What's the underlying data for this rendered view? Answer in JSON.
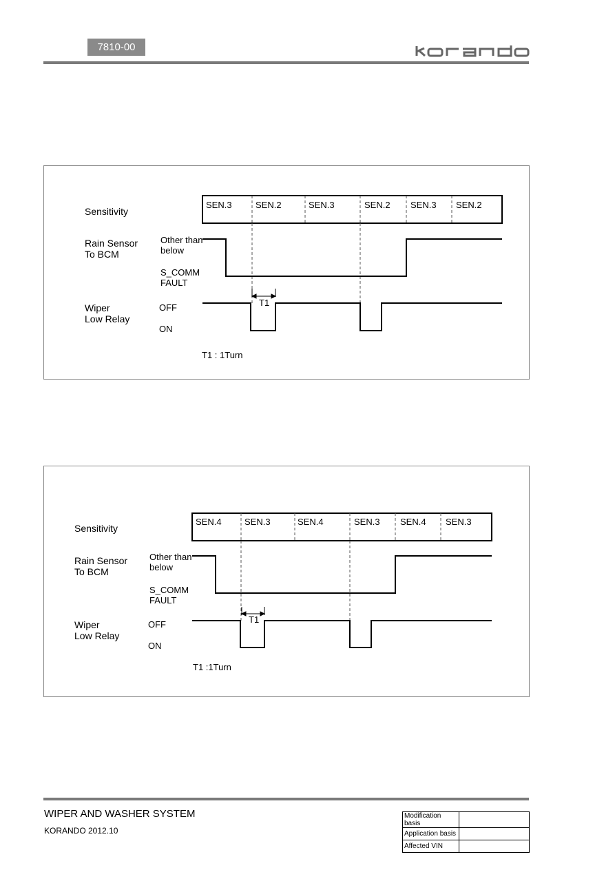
{
  "header": {
    "section_code": "7810-00",
    "brand_logo": "korando"
  },
  "diagram1": {
    "row_labels": {
      "sensitivity": "Sensitivity",
      "rain_sensor": "Rain Sensor\nTo BCM",
      "wiper": "Wiper\nLow Relay"
    },
    "signal_levels": {
      "other": "Other than\nbelow",
      "fault": "S_COMM\nFAULT",
      "off": "OFF",
      "on": "ON"
    },
    "sensitivity_cells": [
      "SEN.3",
      "SEN.2",
      "SEN.3",
      "SEN.2",
      "SEN.3",
      "SEN.2"
    ],
    "t1_marker": "T1",
    "note": "T1 : 1Turn"
  },
  "diagram2": {
    "row_labels": {
      "sensitivity": "Sensitivity",
      "rain_sensor": "Rain Sensor\nTo BCM",
      "wiper": "Wiper\nLow Relay"
    },
    "signal_levels": {
      "other": "Other than\nbelow",
      "fault": "S_COMM\nFAULT",
      "off": "OFF",
      "on": "ON"
    },
    "sensitivity_cells": [
      "SEN.4",
      "SEN.3",
      "SEN.4",
      "SEN.3",
      "SEN.4",
      "SEN.3"
    ],
    "t1_marker": "T1",
    "note": "T1 :1Turn"
  },
  "footer": {
    "title": "WIPER AND WASHER SYSTEM",
    "subtitle": "KORANDO 2012.10",
    "basis_table": [
      {
        "label": "Modification basis",
        "value": ""
      },
      {
        "label": "Application basis",
        "value": ""
      },
      {
        "label": "Affected VIN",
        "value": ""
      }
    ]
  }
}
